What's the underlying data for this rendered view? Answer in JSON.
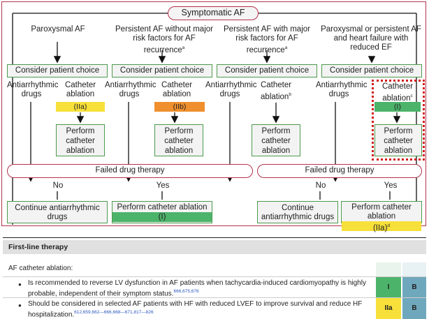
{
  "title": "Symptomatic AF",
  "columns": [
    {
      "heading": "Paroxysmal AF",
      "sup": ""
    },
    {
      "heading": "Persistent AF without major risk factors for AF recurrence",
      "sup": "a"
    },
    {
      "heading": "Persistent AF with major risk factors for AF recurrence",
      "sup": "a"
    },
    {
      "heading": "Paroxysmal or persistent AF and heart failure with reduced EF",
      "sup": ""
    }
  ],
  "choice_label": "Consider patient choice",
  "aad_label": "Antiarrhythmic drugs",
  "ablation_label": "Catheter ablation",
  "ablation_sup": "b",
  "ablation_sup_c": "c",
  "badges": {
    "col1": "(IIa)",
    "col2": "(IIb)",
    "col4": "(I)"
  },
  "perform_label": "Perform catheter ablation",
  "failed_label": "Failed drug therapy",
  "no_label": "No",
  "yes_label": "Yes",
  "continue_label": "Continue antiarrhythmic drugs",
  "perform_ablation_label": "Perform catheter ablation",
  "outcome_badge_left": "(I)",
  "outcome_badge_right": "(IIa)",
  "outcome_sup_right": "d",
  "colors": {
    "green": "#4cb36a",
    "yellow": "#f7e03a",
    "orange": "#ef8f2e",
    "blue": "#6fa8bd",
    "maroon": "#b3324a"
  },
  "table": {
    "header": "First-line therapy",
    "section": "AF catheter ablation:",
    "rows": [
      {
        "text": "Is recommended to reverse LV dysfunction in AF patients when tachycardia-induced cardiomyopathy is highly probable, independent of their symptom status.",
        "refs": "666,675,676",
        "cls": "I",
        "lvl": "B"
      },
      {
        "text": "Should be considered in selected AF patients with HF with reduced LVEF to improve survival and reduce HF hospitalization.",
        "refs": "612,659,662—666,668—671,817—826",
        "cls": "IIa",
        "lvl": "B"
      }
    ]
  }
}
